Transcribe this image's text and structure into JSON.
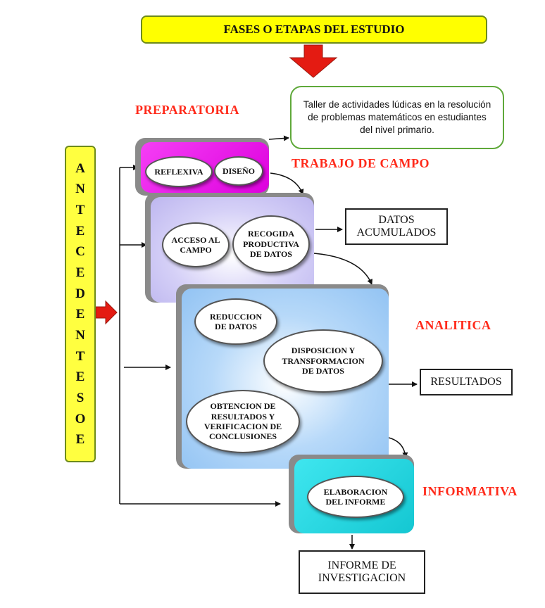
{
  "title": "FASES O ETAPAS DEL ESTUDIO",
  "topic": "Taller de actividades lúdicas en la resolución de problemas matemáticos en estudiantes del nivel primario.",
  "antecedentes_letters": [
    "A",
    "N",
    "T",
    "E",
    "C",
    "E",
    "D",
    "E",
    "N",
    "T",
    "E",
    "S",
    "O",
    "E"
  ],
  "phases": {
    "preparatoria": {
      "label": "PREPARATORIA",
      "steps": [
        "REFLEXIVA",
        "DISEÑO"
      ]
    },
    "trabajo_campo": {
      "label": "TRABAJO DE CAMPO",
      "steps": [
        "ACCESO AL CAMPO",
        "RECOGIDA PRODUCTIVA DE DATOS"
      ]
    },
    "analitica": {
      "label": "ANALITICA",
      "steps": [
        "REDUCCION DE DATOS",
        "DISPOSICION Y TRANSFORMACION DE DATOS",
        "OBTENCION DE RESULTADOS Y VERIFICACION DE CONCLUSIONES"
      ]
    },
    "informativa": {
      "label": "INFORMATIVA",
      "steps": [
        "ELABORACION DEL INFORME"
      ]
    }
  },
  "outputs": {
    "datos": "DATOS ACUMULADOS",
    "resultados": "RESULTADOS",
    "informe": "INFORME DE INVESTIGACION"
  },
  "colors": {
    "title_bg": "#ffff00",
    "label_red": "#ff2a1a",
    "preparatoria": "#ee00ee",
    "trabajo_campo": "#c9c3f3",
    "analitica": "#9fccf6",
    "informativa": "#22d6e0",
    "arrow_red": "#e41b12"
  }
}
